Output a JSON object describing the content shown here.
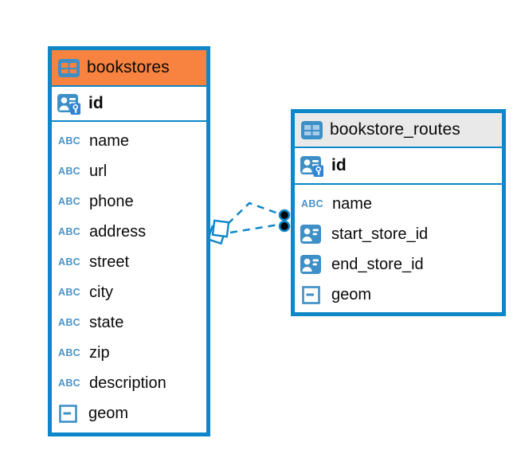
{
  "colors": {
    "table_border_blue": "#0d87c8",
    "bookstores_header_orange": "#f8823f",
    "routes_header_gray": "#e9e9e9",
    "icon_blue": "#3d8fc7",
    "relation_line_blue": "#0d87c8",
    "endpoint_dot_black": "#000000"
  },
  "icons": {
    "text_type_glyph": "ABC"
  },
  "tables": [
    {
      "name": "bookstores",
      "primary_key": {
        "name": "id"
      },
      "columns": [
        {
          "name": "name",
          "type": "text"
        },
        {
          "name": "url",
          "type": "text"
        },
        {
          "name": "phone",
          "type": "text"
        },
        {
          "name": "address",
          "type": "text"
        },
        {
          "name": "street",
          "type": "text"
        },
        {
          "name": "city",
          "type": "text"
        },
        {
          "name": "state",
          "type": "text"
        },
        {
          "name": "zip",
          "type": "text"
        },
        {
          "name": "description",
          "type": "text"
        },
        {
          "name": "geom",
          "type": "geometry"
        }
      ]
    },
    {
      "name": "bookstore_routes",
      "primary_key": {
        "name": "id"
      },
      "columns": [
        {
          "name": "name",
          "type": "text"
        },
        {
          "name": "start_store_id",
          "type": "id-ref"
        },
        {
          "name": "end_store_id",
          "type": "id-ref"
        },
        {
          "name": "geom",
          "type": "geometry"
        }
      ]
    }
  ]
}
